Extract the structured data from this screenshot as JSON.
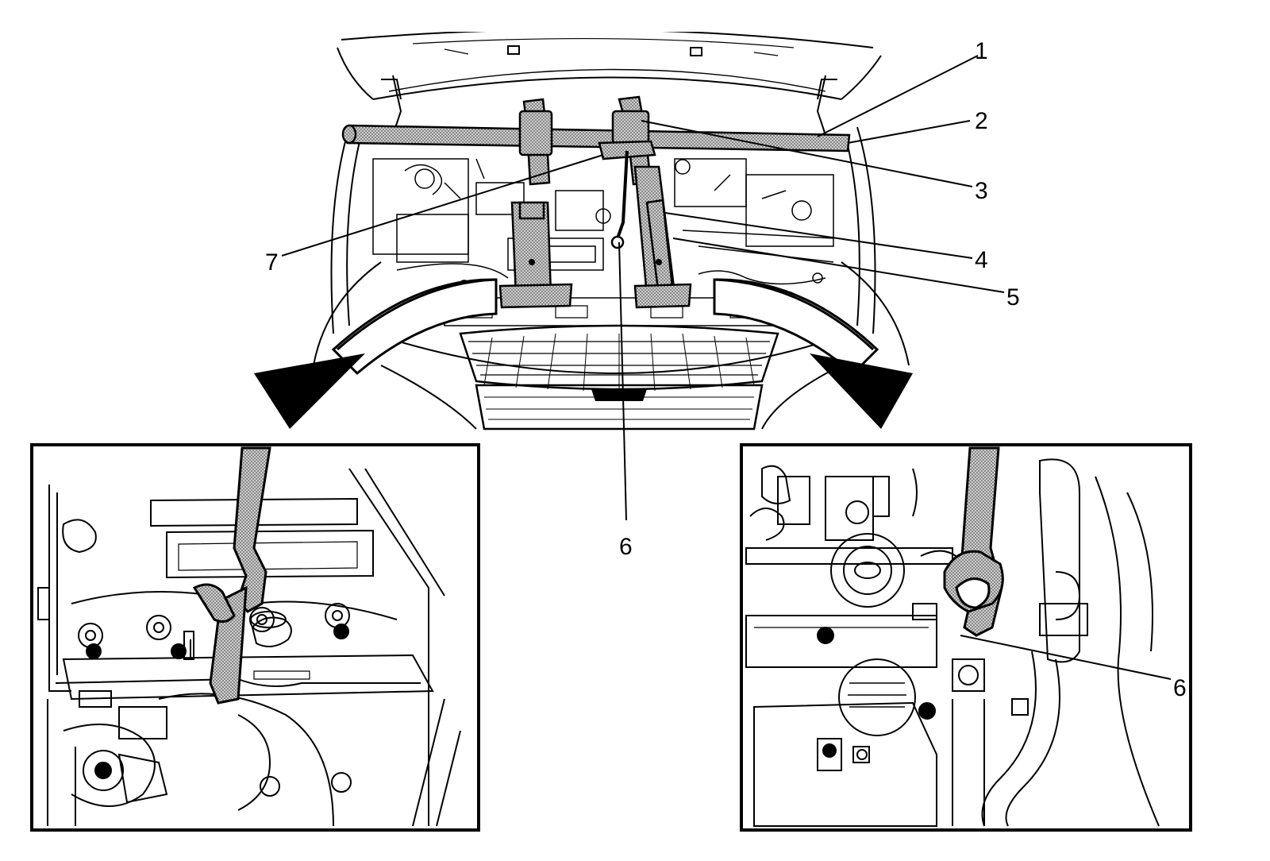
{
  "callouts": {
    "c1": "1",
    "c2": "2",
    "c3": "3",
    "c4": "4",
    "c5": "5",
    "c6": "6",
    "c7": "7",
    "c6_inset": "6"
  },
  "colors": {
    "line": "#000000",
    "tool_fill": "#9a9a9a",
    "background": "#ffffff"
  }
}
